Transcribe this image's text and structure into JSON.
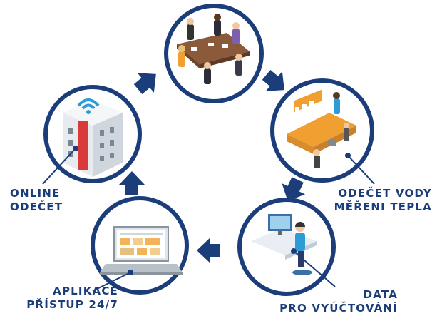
{
  "labels": {
    "online": {
      "line1": "ONLINE",
      "line2": "ODEČET"
    },
    "odecet": {
      "line1": "ODEČET VODY",
      "line2": "MĚŘENI TEPLA"
    },
    "data": {
      "line1": "DATA",
      "line2": "PRO VYÚČTOVÁNÍ"
    },
    "aplikace": {
      "line1": "APLIKACE",
      "line2": "PŘÍSTUP 24/7"
    }
  },
  "colors": {
    "ring": "#1b3d7a",
    "arrow": "#1b3d7a",
    "text": "#1b3d7a",
    "accent_orange": "#f0a030",
    "accent_blue": "#2e9bd6",
    "accent_red": "#d93a3a"
  },
  "icons": [
    "meeting-table-icon",
    "kitchen-workers-icon",
    "office-worker-icon",
    "laptop-dashboard-icon",
    "smart-building-wifi-icon"
  ]
}
